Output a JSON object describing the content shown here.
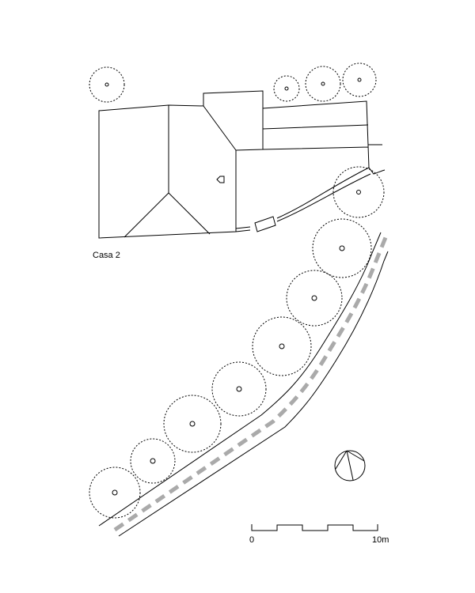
{
  "labels": {
    "building": "Casa 2"
  },
  "scale_bar": {
    "start": "0",
    "end": "10m"
  },
  "icons": {
    "north_arrow": "north-arrow-icon"
  },
  "colors": {
    "lines": "#000000",
    "path_dashed": "#aaaaaa"
  }
}
